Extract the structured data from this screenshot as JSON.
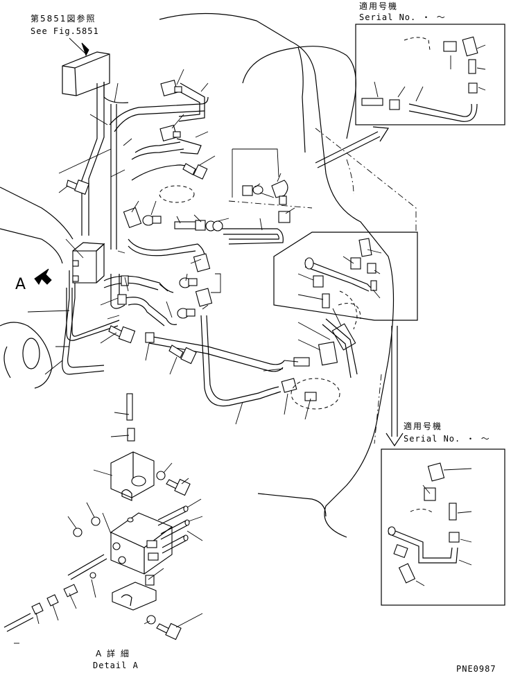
{
  "labels": {
    "ref_jp": "第5851図参照",
    "ref_en": "See Fig.5851",
    "serial_jp_top": "適用号機",
    "serial_en_top": "Serial No.  ・ ～",
    "serial_jp_right": "適用号機",
    "serial_en_right": "Serial No.  ・ ～",
    "view_marker": "A",
    "detail_jp": "A 詳 細",
    "detail_en": "Detail A",
    "figure_code": "PNE0987"
  }
}
